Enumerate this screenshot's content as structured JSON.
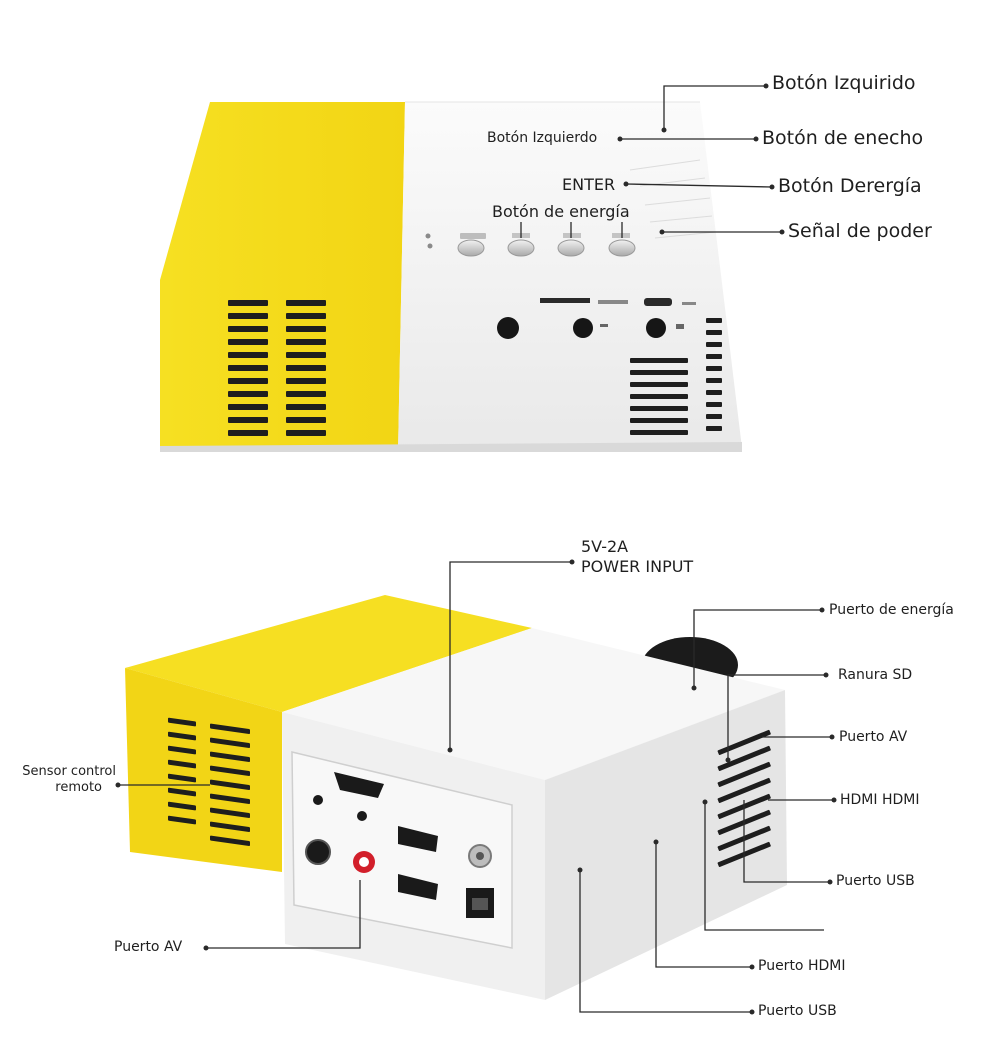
{
  "colors": {
    "yellow": "#f5dd1e",
    "yellow_dark": "#d9bd0a",
    "white_body": "#f2f2f2",
    "shade": "#d6d6d6",
    "line": "#2a2a2a"
  },
  "top_view": {
    "callouts_right": {
      "c1": "Botón Izquirido",
      "c2": "Botón de enecho",
      "c3": "Botón Derergía",
      "c4": "Señal de poder"
    },
    "callouts_left": {
      "c1": "Botón Izquierdo",
      "c2": "ENTER",
      "c3": "Botón de energía"
    }
  },
  "bottom_view": {
    "power_input": {
      "line1": "5V-2A",
      "line2": "POWER INPUT"
    },
    "callouts_right": {
      "c1": "Puerto de energía",
      "c2": "Ranura SD",
      "c3": "Puerto AV",
      "c4": "HDMI HDMI",
      "c5": "Puerto USB",
      "c6": "Puerto HDMI",
      "c7": "Puerto USB"
    },
    "callouts_left": {
      "sensor_line1": "Sensor control",
      "sensor_line2": "remoto",
      "av": "Puerto AV"
    }
  }
}
